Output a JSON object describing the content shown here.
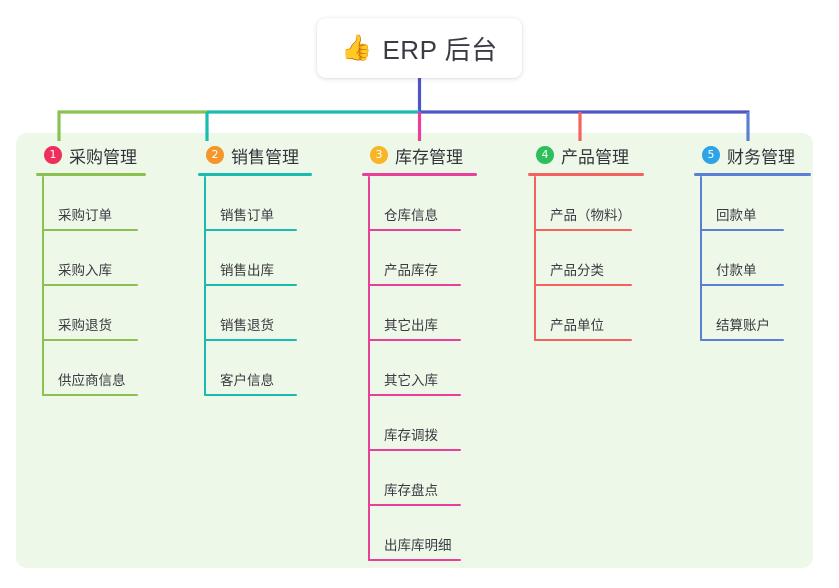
{
  "diagram": {
    "type": "mindmap",
    "root": {
      "icon": "thumbs-up-icon",
      "emoji": "👍",
      "title": "ERP 后台"
    },
    "panel_color": "#eef8e8",
    "branches": [
      {
        "number": "1",
        "title": "采购管理",
        "color": "#8cc152",
        "badge_color": "#ef2e5b",
        "items": [
          "采购订单",
          "采购入库",
          "采购退货",
          "供应商信息"
        ]
      },
      {
        "number": "2",
        "title": "销售管理",
        "color": "#1abcb0",
        "badge_color": "#f5962a",
        "items": [
          "销售订单",
          "销售出库",
          "销售退货",
          "客户信息"
        ]
      },
      {
        "number": "3",
        "title": "库存管理",
        "color": "#e8409a",
        "badge_color": "#f8b526",
        "items": [
          "仓库信息",
          "产品库存",
          "其它出库",
          "其它入库",
          "库存调拨",
          "库存盘点",
          "出库库明细"
        ]
      },
      {
        "number": "4",
        "title": "产品管理",
        "color": "#f4625f",
        "badge_color": "#2cbf5c",
        "items": [
          "产品（物料）",
          "产品分类",
          "产品单位"
        ]
      },
      {
        "number": "5",
        "title": "财务管理",
        "color": "#5b7fd4",
        "badge_color": "#2ea3e5",
        "items": [
          "回款单",
          "付款单",
          "结算账户"
        ]
      }
    ],
    "connector": {
      "stem_color": "#4e55c4",
      "bar_segments": [
        {
          "color": "#8cc152"
        },
        {
          "color": "#1abcb0"
        },
        {
          "color": "#4e55c4"
        }
      ]
    }
  }
}
